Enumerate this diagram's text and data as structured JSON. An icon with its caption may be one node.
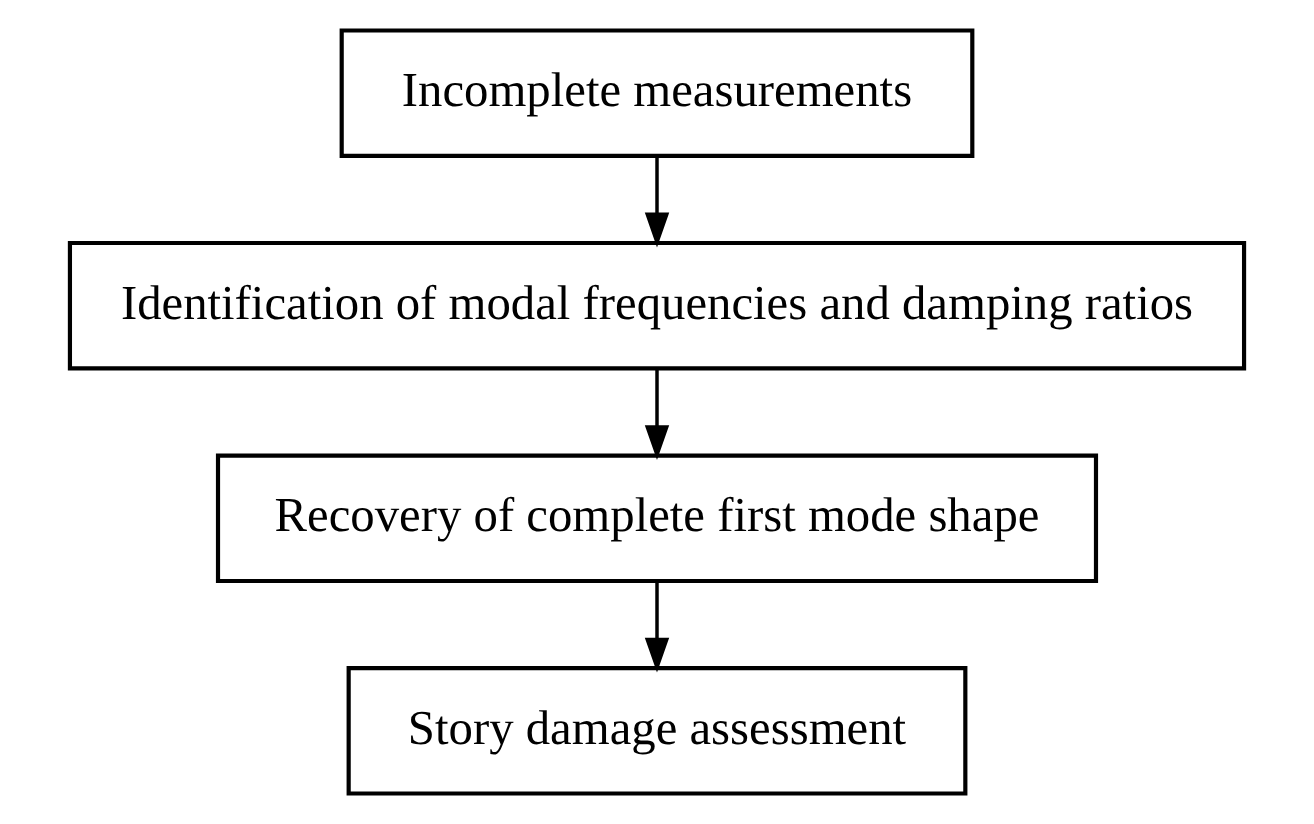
{
  "diagram": {
    "nodes": [
      {
        "text": [
          "Incomplete measurements"
        ]
      },
      {
        "text": [
          "Identification of modal frequencies and damping ratios"
        ]
      },
      {
        "text": [
          "Recovery of complete first mode shape"
        ]
      },
      {
        "text": [
          "Story damage assessment"
        ]
      }
    ],
    "edges": [
      {
        "from": 0,
        "to": 1,
        "arrow": "to"
      },
      {
        "from": 1,
        "to": 2,
        "arrow": "to"
      },
      {
        "from": 2,
        "to": 3,
        "arrow": "to"
      }
    ]
  }
}
